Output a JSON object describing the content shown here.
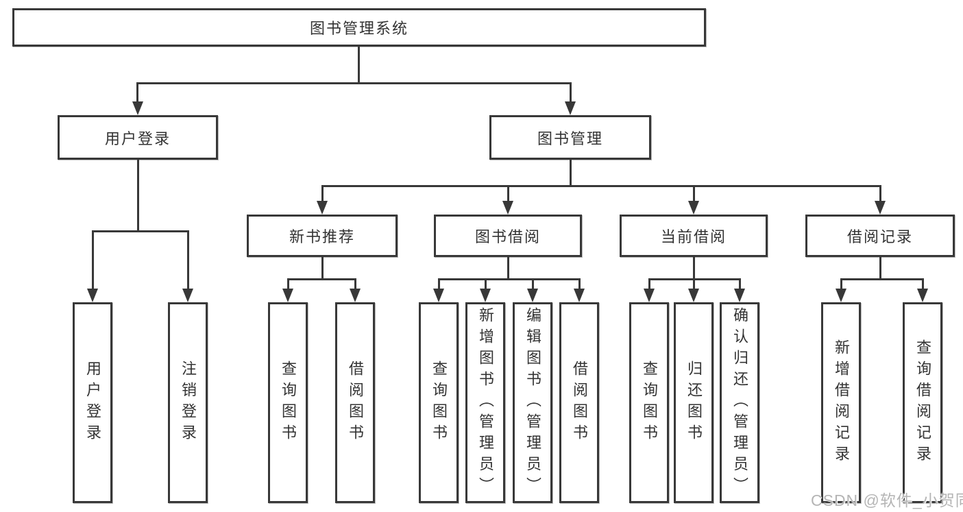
{
  "tree": {
    "label": "图书管理系统",
    "children": [
      {
        "label": "用户登录",
        "children": [
          {
            "label": "用户登录"
          },
          {
            "label": "注销登录"
          }
        ]
      },
      {
        "label": "图书管理",
        "children": [
          {
            "label": "新书推荐",
            "children": [
              {
                "label": "查询图书"
              },
              {
                "label": "借阅图书"
              }
            ]
          },
          {
            "label": "图书借阅",
            "children": [
              {
                "label": "查询图书"
              },
              {
                "label": "新增图书（管理员）"
              },
              {
                "label": "编辑图书（管理员）"
              },
              {
                "label": "借阅图书"
              }
            ]
          },
          {
            "label": "当前借阅",
            "children": [
              {
                "label": "查询图书"
              },
              {
                "label": "归还图书"
              },
              {
                "label": "确认归还（管理员）"
              }
            ]
          },
          {
            "label": "借阅记录",
            "children": [
              {
                "label": "新增借阅记录"
              },
              {
                "label": "查询借阅记录"
              }
            ]
          }
        ]
      }
    ]
  },
  "watermark": "CSDN @软件_小贺同学",
  "colors": {
    "line": "#383838",
    "text": "#333333",
    "watermark": "#b5b5b5",
    "background": "#ffffff"
  }
}
